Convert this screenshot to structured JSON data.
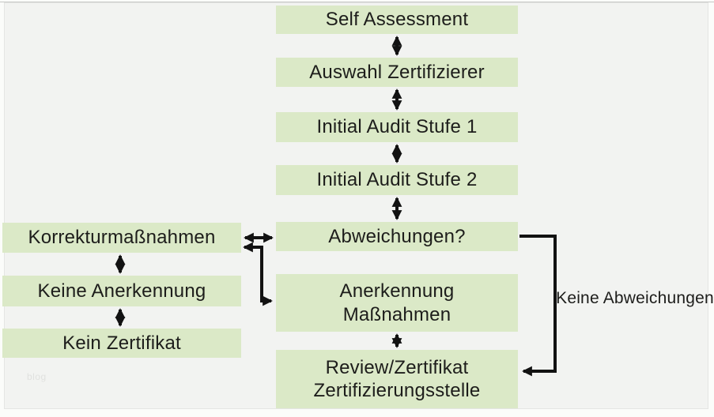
{
  "diagram": {
    "nodes_main": [
      {
        "id": "self-assessment",
        "label": "Self Assessment"
      },
      {
        "id": "auswahl-zertifizierer",
        "label": "Auswahl Zertifizierer"
      },
      {
        "id": "initial-audit-stufe-1",
        "label": "Initial Audit Stufe 1"
      },
      {
        "id": "initial-audit-stufe-2",
        "label": "Initial Audit Stufe 2"
      },
      {
        "id": "abweichungen",
        "label": "Abweichungen?"
      },
      {
        "id": "anerkennung-massnahmen",
        "label": "Anerkennung\nMaßnahmen"
      },
      {
        "id": "review-zertifikat",
        "label": "Review/Zertifikat\nZertifizierungsstelle"
      }
    ],
    "nodes_side": [
      {
        "id": "korrekturmassnahmen",
        "label": "Korrekturmaßnahmen"
      },
      {
        "id": "keine-anerkennung",
        "label": "Keine Anerkennung"
      },
      {
        "id": "kein-zertifikat",
        "label": "Kein Zertifikat"
      }
    ],
    "edge_label": "Keine Abweichungen",
    "watermark": "blog",
    "connections": [
      {
        "from": "self-assessment",
        "to": "auswahl-zertifizierer",
        "type": "bidirectional"
      },
      {
        "from": "auswahl-zertifizierer",
        "to": "initial-audit-stufe-1",
        "type": "bidirectional"
      },
      {
        "from": "initial-audit-stufe-1",
        "to": "initial-audit-stufe-2",
        "type": "bidirectional"
      },
      {
        "from": "initial-audit-stufe-2",
        "to": "abweichungen",
        "type": "bidirectional"
      },
      {
        "from": "abweichungen",
        "to": "korrekturmassnahmen",
        "type": "bidirectional"
      },
      {
        "from": "korrekturmassnahmen",
        "to": "anerkennung-massnahmen",
        "type": "bidirectional"
      },
      {
        "from": "korrekturmassnahmen",
        "to": "keine-anerkennung",
        "type": "bidirectional"
      },
      {
        "from": "keine-anerkennung",
        "to": "kein-zertifikat",
        "type": "bidirectional"
      },
      {
        "from": "anerkennung-massnahmen",
        "to": "review-zertifikat",
        "type": "bidirectional"
      },
      {
        "from": "abweichungen",
        "to": "review-zertifikat",
        "type": "directed",
        "label": "Keine Abweichungen"
      }
    ],
    "colors": {
      "background": "#f2f3f1",
      "node_fill": "#dbe9c7",
      "text": "#1d1d1b",
      "arrow": "#121212"
    }
  }
}
